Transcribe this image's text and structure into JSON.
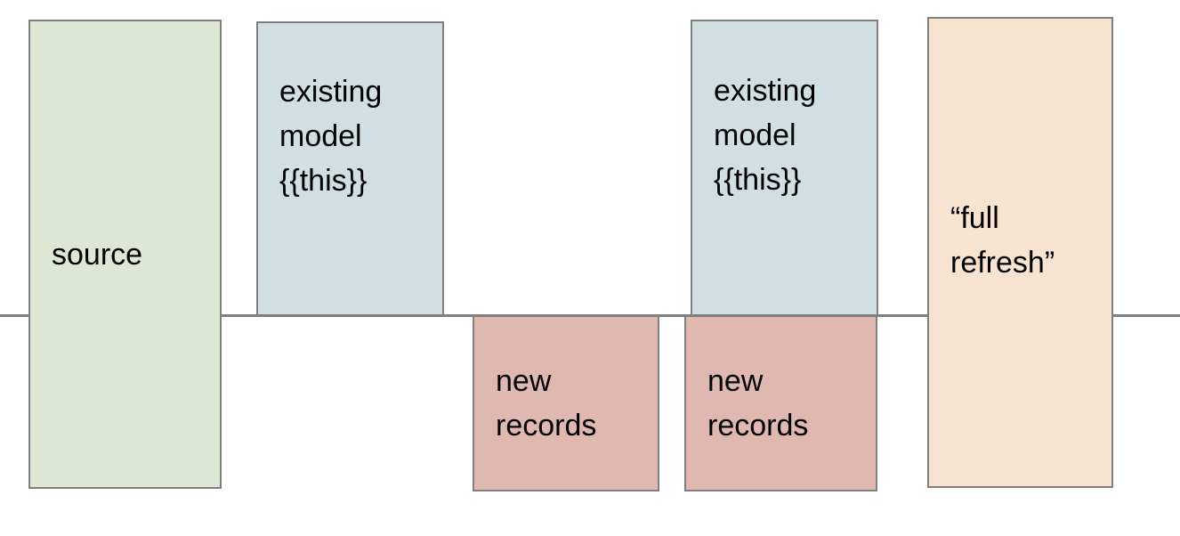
{
  "diagram": {
    "type": "incremental-model-full-refresh-illustration",
    "baseline": {
      "name": "horizontal-divider-line",
      "color": "#808080"
    },
    "boxes": [
      {
        "id": "source",
        "label": "source",
        "color": "#dde7d3",
        "border": "#7f7f7f",
        "position": "spans-above-and-below-line"
      },
      {
        "id": "existing-model-1",
        "label": "existing\nmodel\n{{this}}",
        "color": "#d2dfe2",
        "border": "#7f7f7f",
        "position": "above-line"
      },
      {
        "id": "new-records-1",
        "label": "new\nrecords",
        "color": "#dfb8b0",
        "border": "#7f7f7f",
        "position": "below-line"
      },
      {
        "id": "existing-model-2",
        "label": "existing\nmodel\n{{this}}",
        "color": "#d2dfe2",
        "border": "#7f7f7f",
        "position": "above-line"
      },
      {
        "id": "new-records-2",
        "label": "new\nrecords",
        "color": "#dfb8b0",
        "border": "#7f7f7f",
        "position": "below-line"
      },
      {
        "id": "full-refresh",
        "label": "“full\nrefresh”",
        "color": "#f7e3d0",
        "border": "#7f7f7f",
        "position": "spans-above-and-below-line"
      }
    ]
  }
}
